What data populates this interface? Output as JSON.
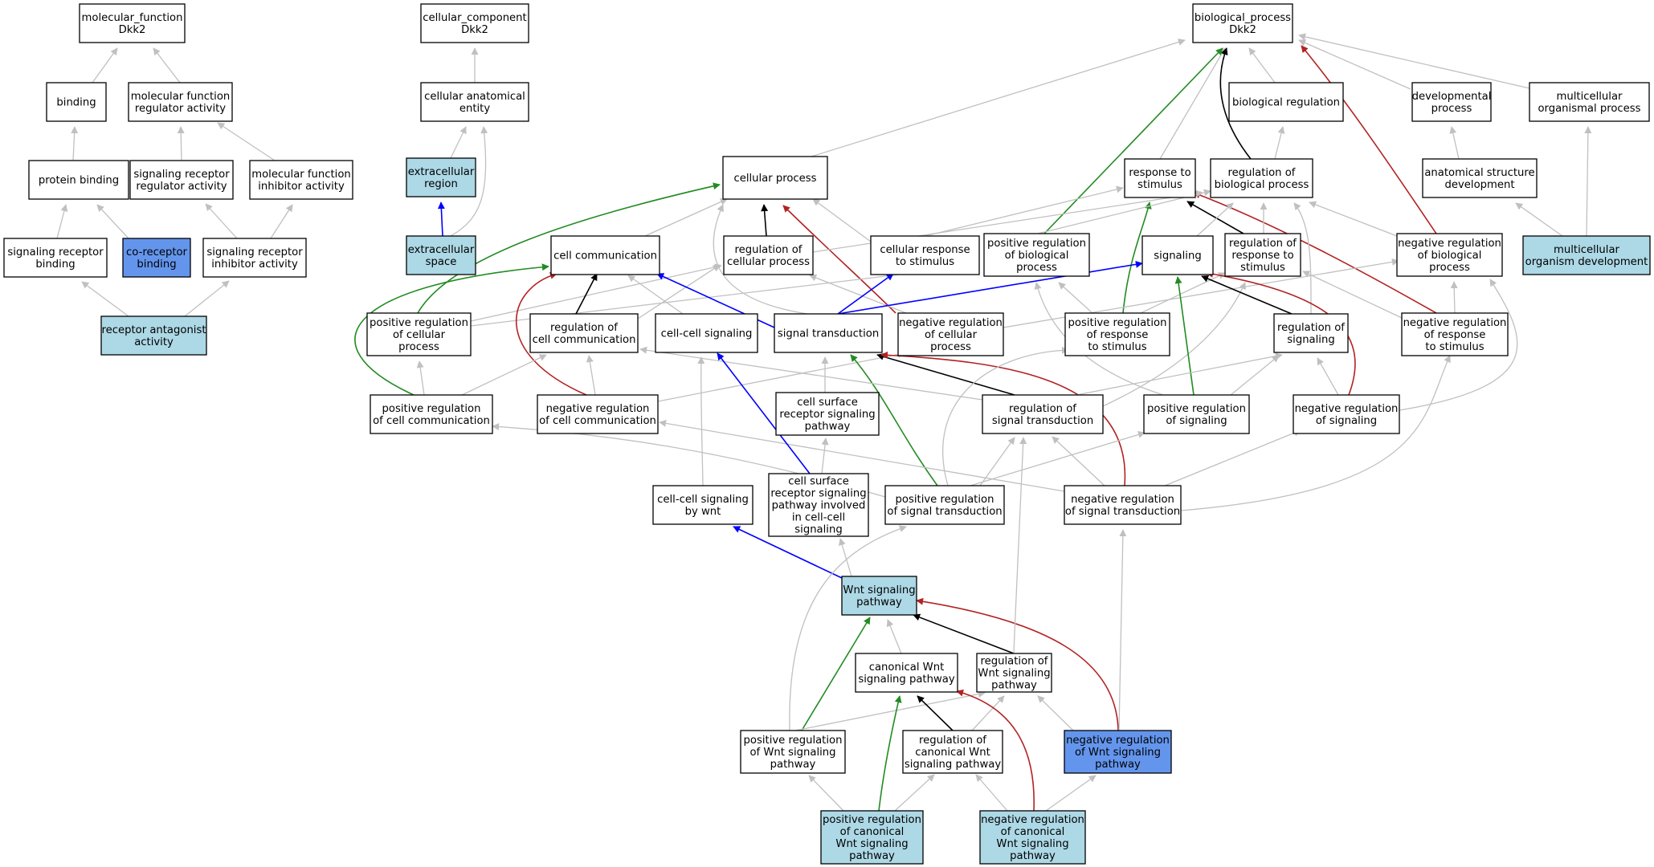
{
  "graph": {
    "colors": {
      "plain": "#ffffff",
      "light": "#add8e6",
      "dark": "#6495ed",
      "is_a": "#c0c0c0",
      "part_of": "#0000ff",
      "regulates": "#000000",
      "positively_regulates": "#228b22",
      "negatively_regulates": "#b22222"
    },
    "nodes": [
      {
        "id": "mf",
        "lines": [
          "molecular_function",
          "Dkk2"
        ],
        "fill": "plain"
      },
      {
        "id": "cc",
        "lines": [
          "cellular_component",
          "Dkk2"
        ],
        "fill": "plain"
      },
      {
        "id": "bp",
        "lines": [
          "biological_process",
          "Dkk2"
        ],
        "fill": "plain"
      },
      {
        "id": "binding",
        "lines": [
          "binding"
        ],
        "fill": "plain"
      },
      {
        "id": "mfra",
        "lines": [
          "molecular function",
          "regulator activity"
        ],
        "fill": "plain"
      },
      {
        "id": "cae",
        "lines": [
          "cellular anatomical",
          "entity"
        ],
        "fill": "plain"
      },
      {
        "id": "bioreg",
        "lines": [
          "biological regulation"
        ],
        "fill": "plain"
      },
      {
        "id": "devproc",
        "lines": [
          "developmental",
          "process"
        ],
        "fill": "plain"
      },
      {
        "id": "mop",
        "lines": [
          "multicellular",
          "organismal process"
        ],
        "fill": "plain"
      },
      {
        "id": "protbind",
        "lines": [
          "protein binding"
        ],
        "fill": "plain"
      },
      {
        "id": "srra",
        "lines": [
          "signaling receptor",
          "regulator activity"
        ],
        "fill": "plain"
      },
      {
        "id": "mfia",
        "lines": [
          "molecular function",
          "inhibitor activity"
        ],
        "fill": "plain"
      },
      {
        "id": "ecr",
        "lines": [
          "extracellular",
          "region"
        ],
        "fill": "light"
      },
      {
        "id": "cellproc",
        "lines": [
          "cellular process"
        ],
        "fill": "plain"
      },
      {
        "id": "resp",
        "lines": [
          "response to",
          "stimulus"
        ],
        "fill": "plain"
      },
      {
        "id": "regbp",
        "lines": [
          "regulation of",
          "biological process"
        ],
        "fill": "plain"
      },
      {
        "id": "asd",
        "lines": [
          "anatomical structure",
          "development"
        ],
        "fill": "plain"
      },
      {
        "id": "srb",
        "lines": [
          "signaling receptor",
          "binding"
        ],
        "fill": "plain"
      },
      {
        "id": "corb",
        "lines": [
          "co-receptor",
          "binding"
        ],
        "fill": "dark"
      },
      {
        "id": "sria",
        "lines": [
          "signaling receptor",
          "inhibitor activity"
        ],
        "fill": "plain"
      },
      {
        "id": "ecs",
        "lines": [
          "extracellular",
          "space"
        ],
        "fill": "light"
      },
      {
        "id": "cellcomm",
        "lines": [
          "cell communication"
        ],
        "fill": "plain"
      },
      {
        "id": "regcp",
        "lines": [
          "regulation of",
          "cellular process"
        ],
        "fill": "plain"
      },
      {
        "id": "cellresp",
        "lines": [
          "cellular response",
          "to stimulus"
        ],
        "fill": "plain"
      },
      {
        "id": "posregbp",
        "lines": [
          "positive regulation",
          "of biological",
          "process"
        ],
        "fill": "plain"
      },
      {
        "id": "signaling",
        "lines": [
          "signaling"
        ],
        "fill": "plain"
      },
      {
        "id": "regresp",
        "lines": [
          "regulation of",
          "response to",
          "stimulus"
        ],
        "fill": "plain"
      },
      {
        "id": "negregbp",
        "lines": [
          "negative regulation",
          "of biological",
          "process"
        ],
        "fill": "plain"
      },
      {
        "id": "mod",
        "lines": [
          "multicellular",
          "organism development"
        ],
        "fill": "light"
      },
      {
        "id": "raa",
        "lines": [
          "receptor antagonist",
          "activity"
        ],
        "fill": "light"
      },
      {
        "id": "posregcp",
        "lines": [
          "positive regulation",
          "of cellular",
          "process"
        ],
        "fill": "plain"
      },
      {
        "id": "regcc",
        "lines": [
          "regulation of",
          "cell communication"
        ],
        "fill": "plain"
      },
      {
        "id": "ccsig",
        "lines": [
          "cell-cell signaling"
        ],
        "fill": "plain"
      },
      {
        "id": "sigtrans",
        "lines": [
          "signal transduction"
        ],
        "fill": "plain"
      },
      {
        "id": "negregcp",
        "lines": [
          "negative regulation",
          "of cellular",
          "process"
        ],
        "fill": "plain"
      },
      {
        "id": "posregresp",
        "lines": [
          "positive regulation",
          "of response",
          "to stimulus"
        ],
        "fill": "plain"
      },
      {
        "id": "regsig",
        "lines": [
          "regulation of",
          "signaling"
        ],
        "fill": "plain"
      },
      {
        "id": "negregresp",
        "lines": [
          "negative regulation",
          "of response",
          "to stimulus"
        ],
        "fill": "plain"
      },
      {
        "id": "posregcc",
        "lines": [
          "positive regulation",
          "of cell communication"
        ],
        "fill": "plain"
      },
      {
        "id": "negregcc",
        "lines": [
          "negative regulation",
          "of cell communication"
        ],
        "fill": "plain"
      },
      {
        "id": "csrsp",
        "lines": [
          "cell surface",
          "receptor signaling",
          "pathway"
        ],
        "fill": "plain"
      },
      {
        "id": "regst",
        "lines": [
          "regulation of",
          "signal transduction"
        ],
        "fill": "plain"
      },
      {
        "id": "posregsig",
        "lines": [
          "positive regulation",
          "of signaling"
        ],
        "fill": "plain"
      },
      {
        "id": "negregsig",
        "lines": [
          "negative regulation",
          "of signaling"
        ],
        "fill": "plain"
      },
      {
        "id": "ccswnt",
        "lines": [
          "cell-cell signaling",
          "by wnt"
        ],
        "fill": "plain"
      },
      {
        "id": "csrspcc",
        "lines": [
          "cell surface",
          "receptor signaling",
          "pathway involved",
          "in cell-cell",
          "signaling"
        ],
        "fill": "plain"
      },
      {
        "id": "posregst",
        "lines": [
          "positive regulation",
          "of signal transduction"
        ],
        "fill": "plain"
      },
      {
        "id": "negregst",
        "lines": [
          "negative regulation",
          "of signal transduction"
        ],
        "fill": "plain"
      },
      {
        "id": "wnt",
        "lines": [
          "Wnt signaling",
          "pathway"
        ],
        "fill": "light"
      },
      {
        "id": "canwnt",
        "lines": [
          "canonical Wnt",
          "signaling pathway"
        ],
        "fill": "plain"
      },
      {
        "id": "regwnt",
        "lines": [
          "regulation of",
          "Wnt signaling",
          "pathway"
        ],
        "fill": "plain"
      },
      {
        "id": "posregwnt",
        "lines": [
          "positive regulation",
          "of Wnt signaling",
          "pathway"
        ],
        "fill": "plain"
      },
      {
        "id": "regcanwnt",
        "lines": [
          "regulation of",
          "canonical Wnt",
          "signaling pathway"
        ],
        "fill": "plain"
      },
      {
        "id": "negregwnt",
        "lines": [
          "negative regulation",
          "of Wnt signaling",
          "pathway"
        ],
        "fill": "dark"
      },
      {
        "id": "posregcanwnt",
        "lines": [
          "positive regulation",
          "of canonical",
          "Wnt signaling",
          "pathway"
        ],
        "fill": "light"
      },
      {
        "id": "negregcanwnt",
        "lines": [
          "negative regulation",
          "of canonical",
          "Wnt signaling",
          "pathway"
        ],
        "fill": "light"
      }
    ],
    "edges": [
      {
        "from": "binding",
        "to": "mf",
        "type": "is_a"
      },
      {
        "from": "mfra",
        "to": "mf",
        "type": "is_a"
      },
      {
        "from": "protbind",
        "to": "binding",
        "type": "is_a"
      },
      {
        "from": "srra",
        "to": "mfra",
        "type": "is_a"
      },
      {
        "from": "mfia",
        "to": "mfra",
        "type": "is_a"
      },
      {
        "from": "srb",
        "to": "protbind",
        "type": "is_a"
      },
      {
        "from": "corb",
        "to": "protbind",
        "type": "is_a"
      },
      {
        "from": "sria",
        "to": "srra",
        "type": "is_a"
      },
      {
        "from": "sria",
        "to": "mfia",
        "type": "is_a"
      },
      {
        "from": "raa",
        "to": "srb",
        "type": "is_a"
      },
      {
        "from": "raa",
        "to": "sria",
        "type": "is_a"
      },
      {
        "from": "cae",
        "to": "cc",
        "type": "is_a"
      },
      {
        "from": "ecr",
        "to": "cae",
        "type": "is_a"
      },
      {
        "from": "ecs",
        "to": "cae",
        "type": "is_a"
      },
      {
        "from": "ecs",
        "to": "ecr",
        "type": "part_of"
      },
      {
        "from": "cellproc",
        "to": "bp",
        "type": "is_a"
      },
      {
        "from": "resp",
        "to": "bp",
        "type": "is_a"
      },
      {
        "from": "bioreg",
        "to": "bp",
        "type": "is_a"
      },
      {
        "from": "devproc",
        "to": "bp",
        "type": "is_a"
      },
      {
        "from": "mop",
        "to": "bp",
        "type": "is_a"
      },
      {
        "from": "regbp",
        "to": "bp",
        "type": "regulates"
      },
      {
        "from": "posregbp",
        "to": "bp",
        "type": "positively_regulates"
      },
      {
        "from": "negregbp",
        "to": "bp",
        "type": "negatively_regulates"
      },
      {
        "from": "regbp",
        "to": "bioreg",
        "type": "is_a"
      },
      {
        "from": "asd",
        "to": "devproc",
        "type": "is_a"
      },
      {
        "from": "mod",
        "to": "asd",
        "type": "is_a"
      },
      {
        "from": "mod",
        "to": "mop",
        "type": "is_a"
      },
      {
        "from": "cellcomm",
        "to": "cellproc",
        "type": "is_a"
      },
      {
        "from": "regcp",
        "to": "cellproc",
        "type": "regulates"
      },
      {
        "from": "cellresp",
        "to": "cellproc",
        "type": "is_a"
      },
      {
        "from": "posregcp",
        "to": "cellproc",
        "type": "positively_regulates"
      },
      {
        "from": "negregcp",
        "to": "cellproc",
        "type": "negatively_regulates"
      },
      {
        "from": "sigtrans",
        "to": "cellproc",
        "type": "is_a"
      },
      {
        "from": "cellresp",
        "to": "resp",
        "type": "is_a"
      },
      {
        "from": "posregresp",
        "to": "resp",
        "type": "positively_regulates"
      },
      {
        "from": "negregresp",
        "to": "resp",
        "type": "negatively_regulates"
      },
      {
        "from": "regresp",
        "to": "resp",
        "type": "regulates"
      },
      {
        "from": "regcp",
        "to": "regbp",
        "type": "is_a"
      },
      {
        "from": "posregbp",
        "to": "regbp",
        "type": "is_a"
      },
      {
        "from": "negregbp",
        "to": "regbp",
        "type": "is_a"
      },
      {
        "from": "regresp",
        "to": "regbp",
        "type": "is_a"
      },
      {
        "from": "regsig",
        "to": "regbp",
        "type": "is_a"
      },
      {
        "from": "signaling",
        "to": "regbp",
        "type": "is_a"
      },
      {
        "from": "posregcp",
        "to": "regcp",
        "type": "is_a"
      },
      {
        "from": "negregcp",
        "to": "regcp",
        "type": "is_a"
      },
      {
        "from": "regcc",
        "to": "regcp",
        "type": "is_a"
      },
      {
        "from": "posregcp",
        "to": "posregbp",
        "type": "is_a"
      },
      {
        "from": "posregresp",
        "to": "posregbp",
        "type": "is_a"
      },
      {
        "from": "posregsig",
        "to": "posregbp",
        "type": "is_a"
      },
      {
        "from": "negregcp",
        "to": "negregbp",
        "type": "is_a"
      },
      {
        "from": "negregresp",
        "to": "negregbp",
        "type": "is_a"
      },
      {
        "from": "negregsig",
        "to": "negregbp",
        "type": "is_a"
      },
      {
        "from": "posregresp",
        "to": "regresp",
        "type": "is_a"
      },
      {
        "from": "negregresp",
        "to": "regresp",
        "type": "is_a"
      },
      {
        "from": "regst",
        "to": "regresp",
        "type": "is_a"
      },
      {
        "from": "regsig",
        "to": "signaling",
        "type": "regulates"
      },
      {
        "from": "posregsig",
        "to": "signaling",
        "type": "positively_regulates"
      },
      {
        "from": "negregsig",
        "to": "signaling",
        "type": "negatively_regulates"
      },
      {
        "from": "sigtrans",
        "to": "signaling",
        "type": "part_of"
      },
      {
        "from": "ccsig",
        "to": "cellcomm",
        "type": "is_a"
      },
      {
        "from": "regcc",
        "to": "cellcomm",
        "type": "regulates"
      },
      {
        "from": "posregcc",
        "to": "cellcomm",
        "type": "positively_regulates"
      },
      {
        "from": "negregcc",
        "to": "cellcomm",
        "type": "negatively_regulates"
      },
      {
        "from": "sigtrans",
        "to": "cellcomm",
        "type": "part_of"
      },
      {
        "from": "sigtrans",
        "to": "cellresp",
        "type": "part_of"
      },
      {
        "from": "posregcc",
        "to": "posregcp",
        "type": "is_a"
      },
      {
        "from": "posregcc",
        "to": "regcc",
        "type": "is_a"
      },
      {
        "from": "negregcc",
        "to": "regcc",
        "type": "is_a"
      },
      {
        "from": "negregcc",
        "to": "negregcp",
        "type": "is_a"
      },
      {
        "from": "csrsp",
        "to": "sigtrans",
        "type": "is_a"
      },
      {
        "from": "regst",
        "to": "sigtrans",
        "type": "regulates"
      },
      {
        "from": "posregst",
        "to": "sigtrans",
        "type": "positively_regulates"
      },
      {
        "from": "negregst",
        "to": "sigtrans",
        "type": "negatively_regulates"
      },
      {
        "from": "regst",
        "to": "regcc",
        "type": "is_a"
      },
      {
        "from": "regst",
        "to": "regsig",
        "type": "is_a"
      },
      {
        "from": "posregsig",
        "to": "regsig",
        "type": "is_a"
      },
      {
        "from": "negregsig",
        "to": "regsig",
        "type": "is_a"
      },
      {
        "from": "posregst",
        "to": "posregcc",
        "type": "is_a"
      },
      {
        "from": "posregst",
        "to": "regst",
        "type": "is_a"
      },
      {
        "from": "posregst",
        "to": "posregsig",
        "type": "is_a"
      },
      {
        "from": "posregst",
        "to": "posregresp",
        "type": "is_a"
      },
      {
        "from": "negregst",
        "to": "negregcc",
        "type": "is_a"
      },
      {
        "from": "negregst",
        "to": "regst",
        "type": "is_a"
      },
      {
        "from": "negregst",
        "to": "negregsig",
        "type": "is_a"
      },
      {
        "from": "negregst",
        "to": "negregresp",
        "type": "is_a"
      },
      {
        "from": "ccswnt",
        "to": "ccsig",
        "type": "is_a"
      },
      {
        "from": "csrspcc",
        "to": "csrsp",
        "type": "is_a"
      },
      {
        "from": "csrspcc",
        "to": "ccsig",
        "type": "part_of"
      },
      {
        "from": "wnt",
        "to": "ccswnt",
        "type": "part_of"
      },
      {
        "from": "wnt",
        "to": "csrspcc",
        "type": "is_a"
      },
      {
        "from": "canwnt",
        "to": "wnt",
        "type": "is_a"
      },
      {
        "from": "regwnt",
        "to": "wnt",
        "type": "regulates"
      },
      {
        "from": "posregwnt",
        "to": "wnt",
        "type": "positively_regulates"
      },
      {
        "from": "negregwnt",
        "to": "wnt",
        "type": "negatively_regulates"
      },
      {
        "from": "regwnt",
        "to": "regst",
        "type": "is_a"
      },
      {
        "from": "posregwnt",
        "to": "regwnt",
        "type": "is_a"
      },
      {
        "from": "posregwnt",
        "to": "posregst",
        "type": "is_a"
      },
      {
        "from": "negregwnt",
        "to": "regwnt",
        "type": "is_a"
      },
      {
        "from": "negregwnt",
        "to": "negregst",
        "type": "is_a"
      },
      {
        "from": "regcanwnt",
        "to": "canwnt",
        "type": "regulates"
      },
      {
        "from": "regcanwnt",
        "to": "regwnt",
        "type": "is_a"
      },
      {
        "from": "posregcanwnt",
        "to": "canwnt",
        "type": "positively_regulates"
      },
      {
        "from": "posregcanwnt",
        "to": "posregwnt",
        "type": "is_a"
      },
      {
        "from": "posregcanwnt",
        "to": "regcanwnt",
        "type": "is_a"
      },
      {
        "from": "negregcanwnt",
        "to": "canwnt",
        "type": "negatively_regulates"
      },
      {
        "from": "negregcanwnt",
        "to": "negregwnt",
        "type": "is_a"
      },
      {
        "from": "negregcanwnt",
        "to": "regcanwnt",
        "type": "is_a"
      }
    ]
  }
}
